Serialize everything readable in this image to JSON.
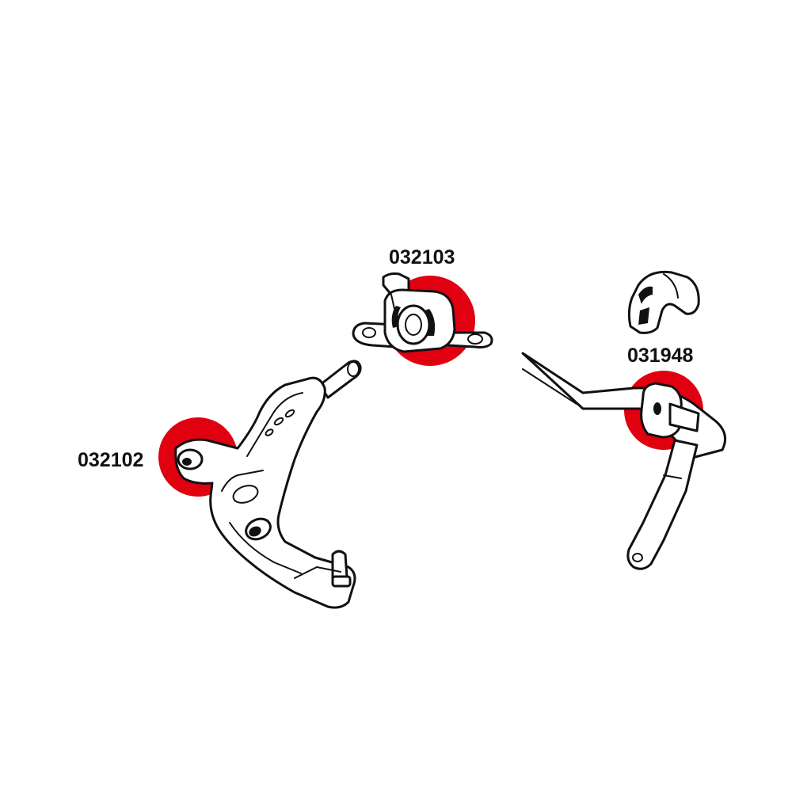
{
  "colors": {
    "highlight": "#e0000f",
    "line": "#111111",
    "background": "#ffffff"
  },
  "parts": [
    {
      "id": "lower-control-arm",
      "part_number": "032102"
    },
    {
      "id": "rear-mount-bracket",
      "part_number": "032103"
    },
    {
      "id": "anti-roll-bar",
      "part_number": "031948"
    }
  ]
}
